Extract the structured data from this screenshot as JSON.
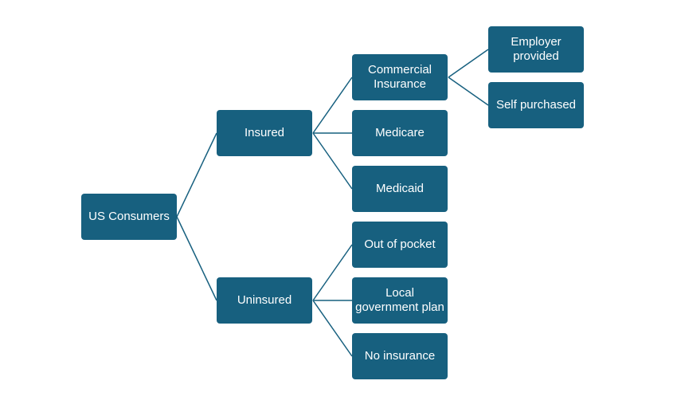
{
  "diagram": {
    "root": "US Consumers",
    "level1": {
      "insured": "Insured",
      "uninsured": "Uninsured"
    },
    "insured_children": {
      "commercial": "Commercial Insurance",
      "medicare": "Medicare",
      "medicaid": "Medicaid"
    },
    "commercial_children": {
      "employer": "Employer provided",
      "self": "Self purchased"
    },
    "uninsured_children": {
      "out_of_pocket": "Out of pocket",
      "local_gov": "Local government plan",
      "no_insurance": "No insurance"
    },
    "colors": {
      "node_fill": "#17607f",
      "node_text": "#ffffff",
      "connector": "#17607f"
    }
  }
}
